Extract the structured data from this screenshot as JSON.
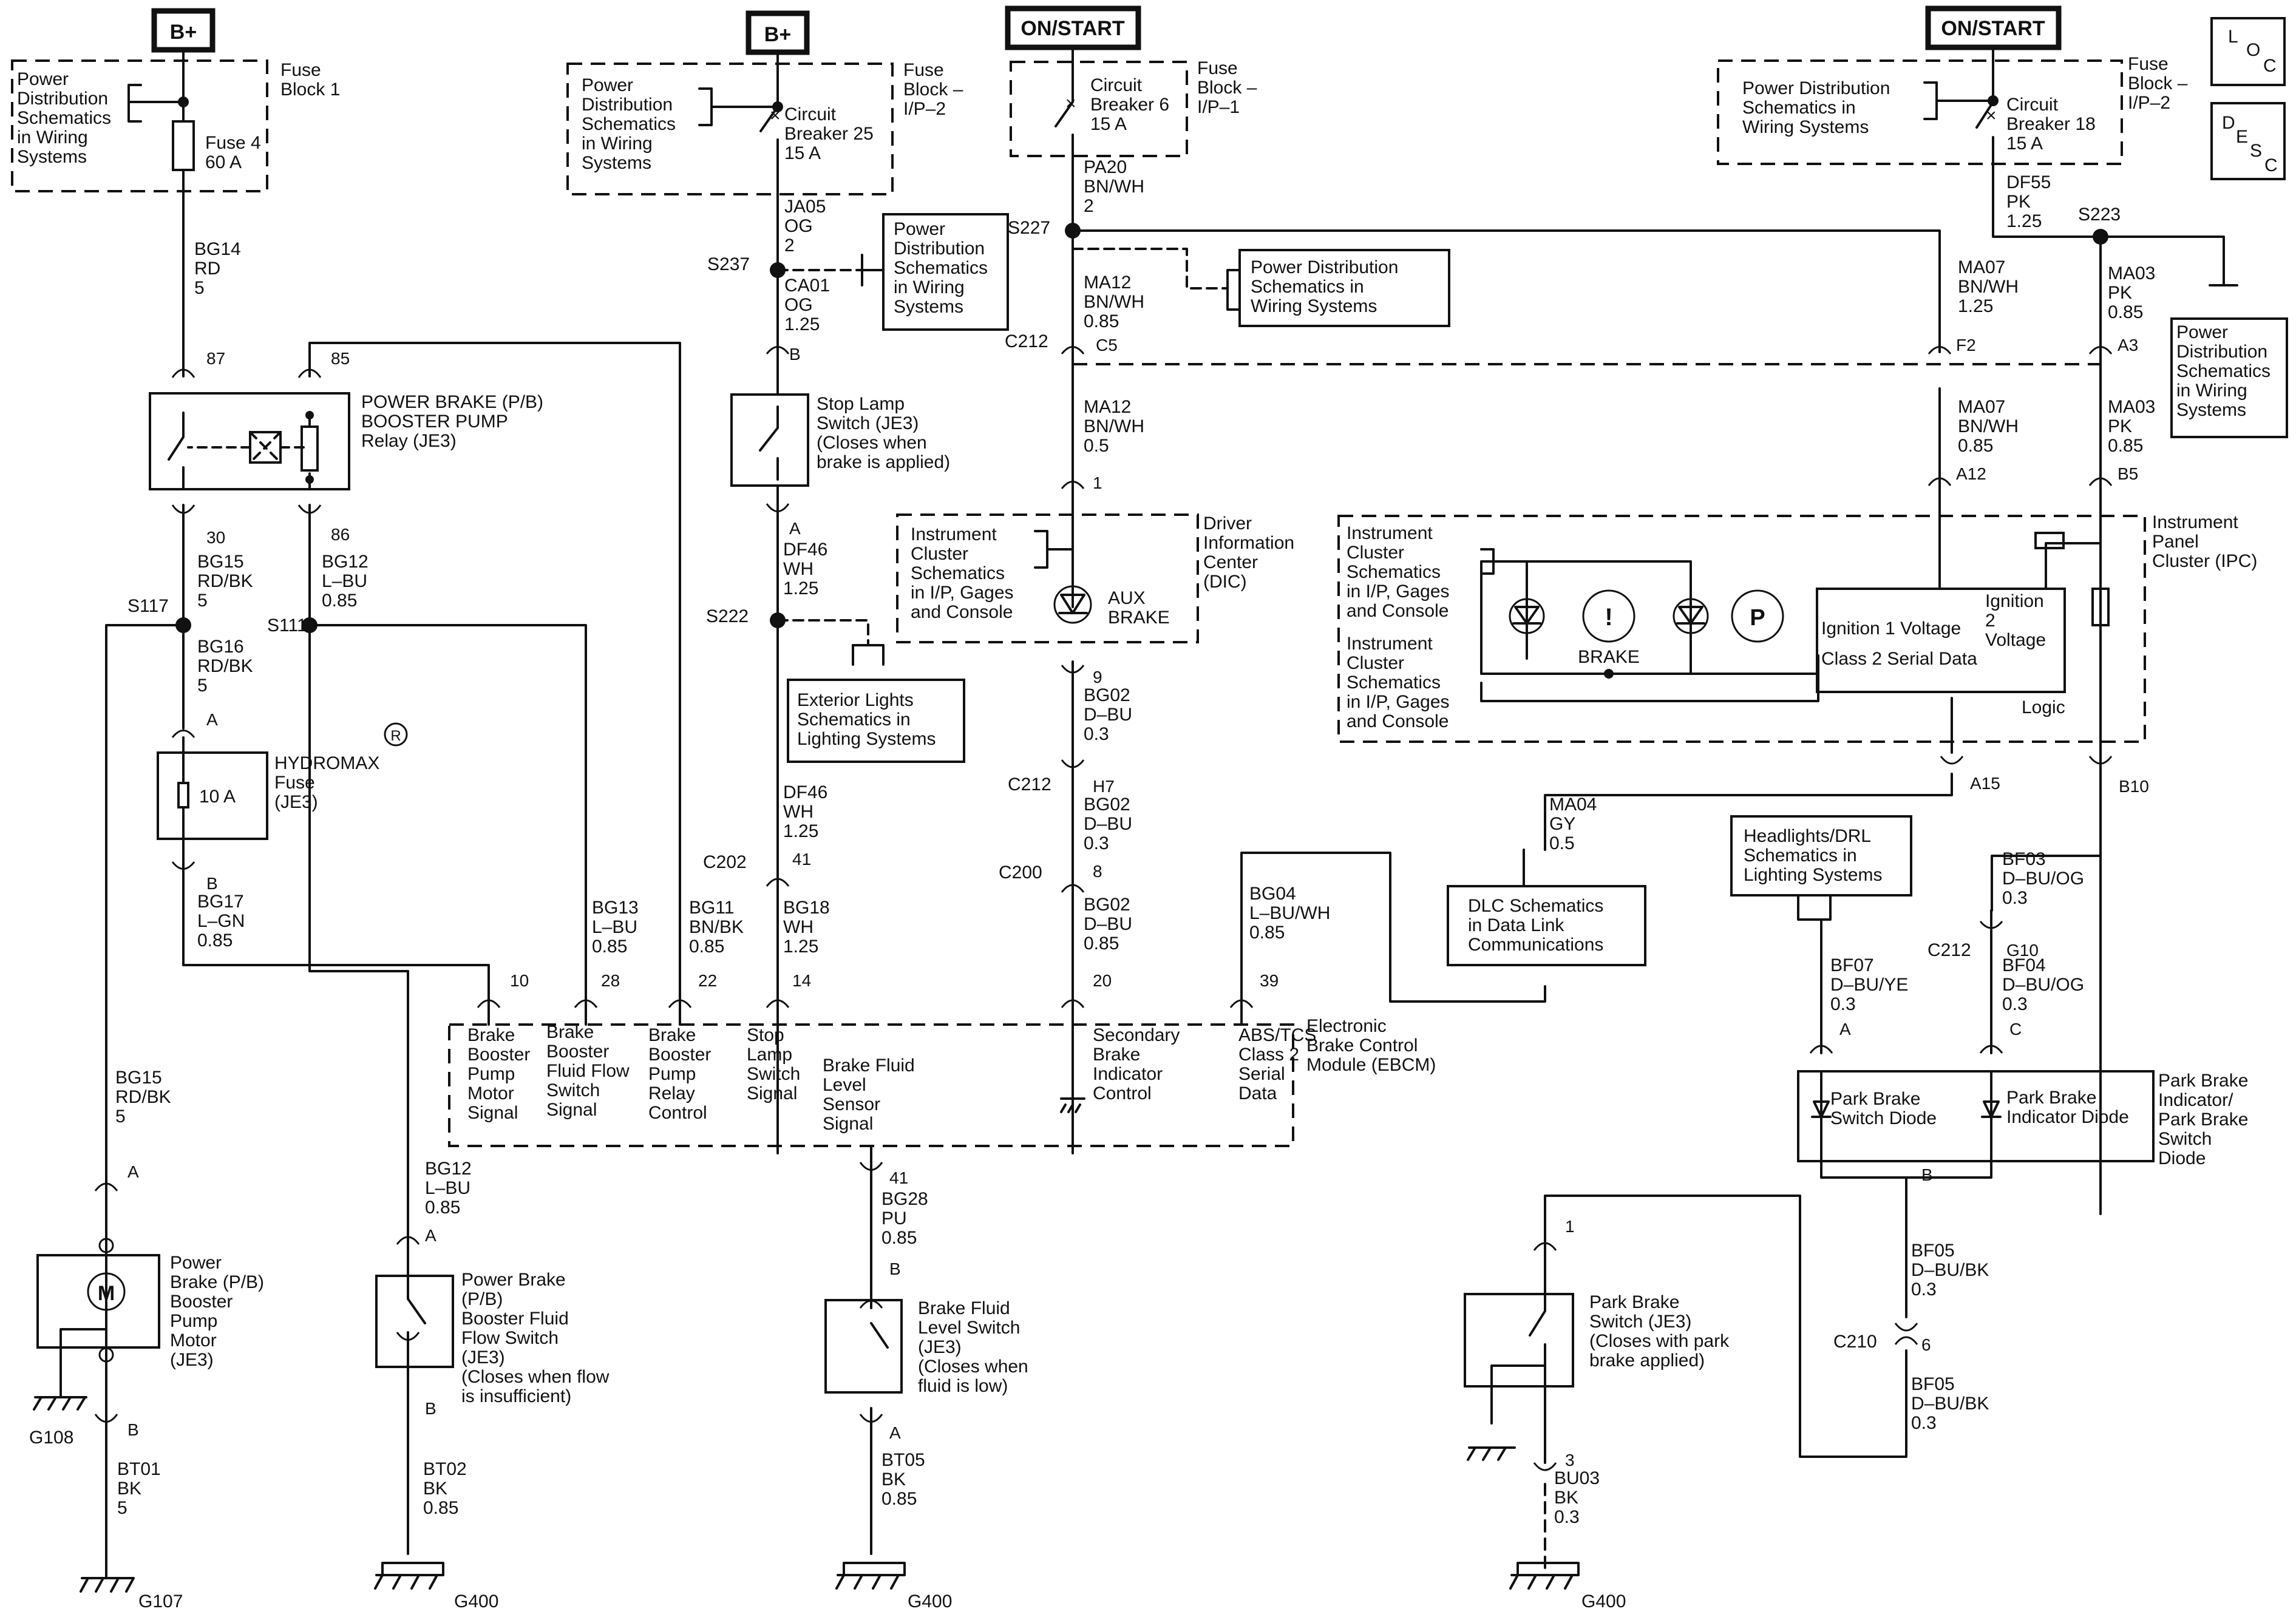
{
  "power_labels": [
    "B+",
    "B+",
    "ON/START",
    "ON/START"
  ],
  "corner_boxes": [
    "LOC",
    "DESC"
  ],
  "fuse_blocks": [
    {
      "block": "Fuse\nBlock 1",
      "device": "Fuse 4\n60 A",
      "ref": "Power\nDistribution\nSchematics\nin Wiring\nSystems"
    },
    {
      "block": "Fuse\nBlock –\nI/P–2",
      "device": "Circuit\nBreaker 25\n15 A",
      "ref": "Power\nDistribution\nSchematics\nin Wiring\nSystems"
    },
    {
      "block": "Fuse\nBlock –\nI/P–1",
      "device": "Circuit\nBreaker 6\n15 A",
      "ref": ""
    },
    {
      "block": "Fuse\nBlock –\nI/P–2",
      "device": "Circuit\nBreaker 18\n15 A",
      "ref": "Power Distribution\nSchematics in\nWiring Systems"
    }
  ],
  "wires": [
    "BG14\nRD\n5",
    "JA05\nOG\n2",
    "CA01\nOG\n1.25",
    "PA20\nBN/WH\n2",
    "MA12\nBN/WH\n0.85",
    "DF55\nPK\n1.25",
    "MA07\nBN/WH\n1.25",
    "MA03\nPK\n0.85",
    "MA12\nBN/WH\n0.5",
    "MA07\nBN/WH\n0.85",
    "MA03\nPK\n0.85",
    "BG15\nRD/BK\n5",
    "BG12\nL–BU\n0.85",
    "DF46\nWH\n1.25",
    "BG16\nRD/BK\n5",
    "BG02\nD–BU\n0.3",
    "BG02\nD–BU\n0.3",
    "BG02\nD–BU\n0.85",
    "DF46\nWH\n1.25",
    "BG17\nL–GN\n0.85",
    "BG13\nL–BU\n0.85",
    "BG11\nBN/BK\n0.85",
    "BG18\nWH\n1.25",
    "BG04\nL–BU/WH\n0.85",
    "MA04\nGY\n0.5",
    "BF03\nD–BU/OG\n0.3",
    "BF04\nD–BU/OG\n0.3",
    "BF07\nD–BU/YE\n0.3",
    "BG15\nRD/BK\n5",
    "BG12\nL–BU\n0.85",
    "BG28\nPU\n0.85",
    "BF05\nD–BU/BK\n0.3",
    "BF05\nD–BU/BK\n0.3",
    "BT01\nBK\n5",
    "BT02\nBK\n0.85",
    "BT05\nBK\n0.85",
    "BU03\nBK\n0.3"
  ],
  "splices": [
    "S237",
    "S227",
    "S223",
    "S117",
    "S111",
    "S222"
  ],
  "connectors": [
    "C212",
    "C212",
    "C200",
    "C202",
    "C212",
    "C210"
  ],
  "pins": [
    "87",
    "85",
    "30",
    "86",
    "B",
    "A",
    "C5",
    "F2",
    "A3",
    "1",
    "A12",
    "B5",
    "A",
    "B",
    "9",
    "H7",
    "8",
    "20",
    "41",
    "10",
    "28",
    "22",
    "14",
    "39",
    "A15",
    "B10",
    "G10",
    "A",
    "C",
    "B",
    "6",
    "A",
    "A",
    "B",
    "B",
    "41",
    "B",
    "A",
    "1",
    "3"
  ],
  "components": {
    "relay": "POWER BRAKE (P/B)\nBOOSTER PUMP\nRelay (JE3)",
    "stop_lamp": "Stop Lamp\nSwitch (JE3)\n(Closes when\nbrake is applied)",
    "hydromax_rating": "10 A",
    "hydromax": "HYDROMAX\nFuse\n(JE3)",
    "registered": "R",
    "ebcm": "Electronic\nBrake Control\nModule (EBCM)",
    "ebcm_pins": [
      "Brake\nBooster\nPump\nMotor\nSignal",
      "Brake\nBooster\nFluid Flow\nSwitch\nSignal",
      "Brake\nBooster\nPump\nRelay\nControl",
      "Stop\nLamp\nSwitch\nSignal",
      "Brake Fluid\nLevel\nSensor\nSignal",
      "Secondary\nBrake\nIndicator\nControl",
      "ABS/TCS\nClass 2\nSerial\nData"
    ],
    "dic": "Driver\nInformation\nCenter\n(DIC)",
    "dic_ref": "Instrument\nCluster\nSchematics\nin I/P, Gages\nand Console",
    "aux_brake": "AUX\nBRAKE",
    "ipc": "Instrument\nPanel\nCluster (IPC)",
    "ipc_refs": [
      "Instrument\nCluster\nSchematics\nin I/P, Gages\nand Console",
      "Instrument\nCluster\nSchematics\nin I/P, Gages\nand Console"
    ],
    "brake_icon": "!",
    "park_icon": "P",
    "brake_label": "BRAKE",
    "ign1": "Ignition 1 Voltage",
    "ign2": "Ignition\n2\nVoltage",
    "class2": "Class 2 Serial Data",
    "logic": "Logic",
    "ref_s237": "Power\nDistribution\nSchematics\nin Wiring\nSystems",
    "ref_s227": "Power Distribution\nSchematics in\nWiring Systems",
    "ref_s223": "Power\nDistribution\nSchematics\nin Wiring\nSystems",
    "ref_ext": "Exterior Lights\nSchematics in\nLighting Systems",
    "ref_dlc": "DLC Schematics\nin Data Link\nCommunications",
    "ref_headlights": "Headlights/DRL\nSchematics in\nLighting Systems",
    "pb_diode_name": "Park Brake\nIndicator/\nPark Brake\nSwitch\nDiode",
    "pb_diode_1": "Park Brake\nSwitch Diode",
    "pb_diode_2": "Park Brake\nIndicator Diode",
    "motor": "Power\nBrake (P/B)\nBooster\nPump\nMotor\n(JE3)",
    "motor_symbol": "M",
    "flow_switch": "Power Brake\n(P/B)\nBooster Fluid\nFlow Switch\n(JE3)\n(Closes when flow\nis insufficient)",
    "fluid_level": "Brake Fluid\nLevel Switch\n(JE3)\n(Closes when\nfluid is low)",
    "park_switch": "Park Brake\nSwitch (JE3)\n(Closes with park\nbrake applied)"
  },
  "grounds": [
    "G108",
    "G107",
    "G400",
    "G400",
    "G400"
  ]
}
